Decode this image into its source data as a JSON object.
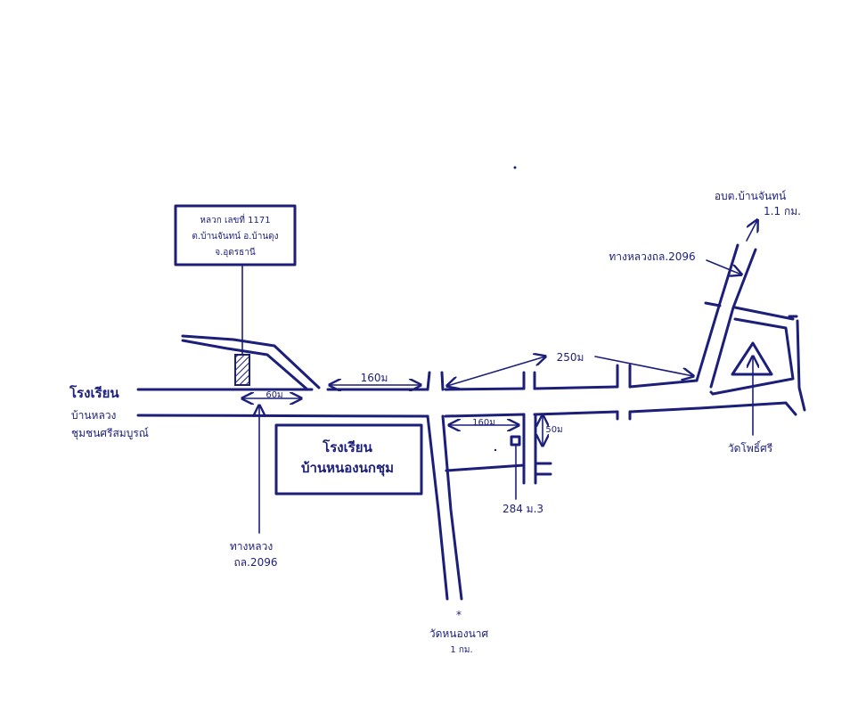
{
  "map": {
    "colors": {
      "ink": "#1c1f7a",
      "background": "#ffffff"
    },
    "sign": {
      "line1": "หลวก เลขที่ 1171",
      "line2": "ต.บ้านจันทน์ อ.บ้านดุง",
      "line3": "จ.อุดรธานี"
    },
    "labels": {
      "left_dest_1": "โรงเรียน",
      "left_dest_2": "บ้านหลวง",
      "left_dest_3": "ชุมชนศรีสมบูรณ์",
      "school_1": "โรงเรียน",
      "school_2": "บ้านหนองนกชุม",
      "highway_left_1": "ทางหลวง",
      "highway_left_2": "ถล.2096",
      "highway_right": "ทางหลวงถล.2096",
      "top_right_1": "อบต.บ้านจันทน์",
      "top_right_2": "1.1 กม.",
      "temple_right": "วัดโพธิ์ศรี",
      "temple_bottom_1": "วัดหนองนาศ",
      "temple_bottom_2": "1 กม.",
      "house_no": "284 ม.3"
    },
    "distances": {
      "d60": "60ม",
      "d160_top": "160ม",
      "d250": "250ม",
      "d160_block": "160ม",
      "d50": "50ม"
    }
  }
}
